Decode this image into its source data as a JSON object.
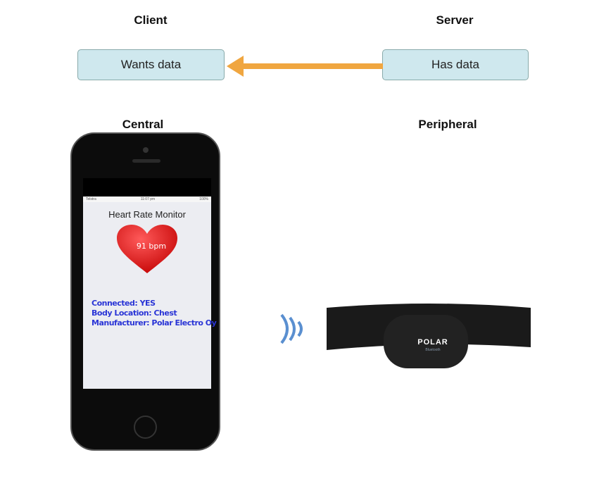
{
  "client": {
    "label": "Client",
    "box": "Wants data"
  },
  "server": {
    "label": "Server",
    "box": "Has data"
  },
  "central": {
    "label": "Central"
  },
  "peripheral": {
    "label": "Peripheral"
  },
  "arrow_color": "#f0a640",
  "phone": {
    "status_carrier": "Telstra",
    "status_time": "11:07 pm",
    "status_battery": "100%",
    "title": "Heart Rate Monitor",
    "bpm": "91 bpm",
    "lines": [
      "Connected: YES",
      "Body Location: Chest",
      "Manufacturer: Polar Electro Oy"
    ]
  },
  "strap": {
    "brand": "POLAR",
    "sub": "Bluetooth"
  }
}
